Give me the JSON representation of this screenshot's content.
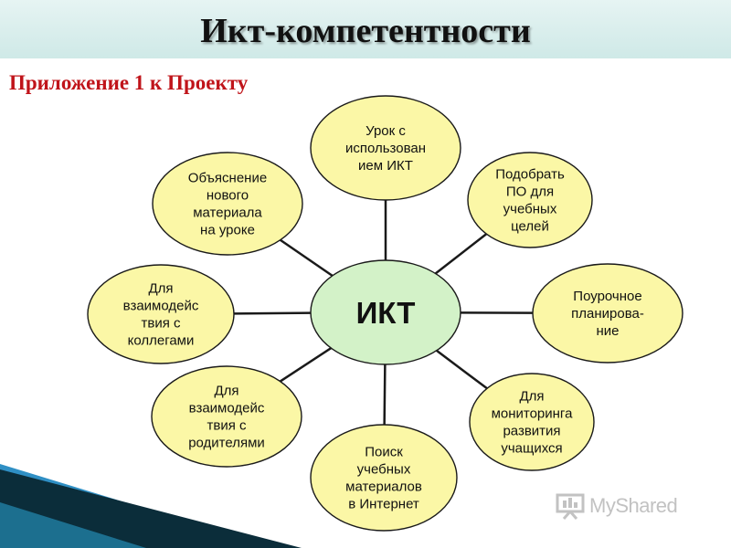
{
  "title": "Икт-компетентности",
  "subtitle": "Приложение 1 к Проекту",
  "center_node": "ИКТ",
  "nodes": [
    {
      "id": "top",
      "lines": [
        "Урок с",
        "использован",
        "ием ИКТ"
      ]
    },
    {
      "id": "top-right",
      "lines": [
        "Подобрать",
        "ПО для",
        "учебных",
        "целей"
      ]
    },
    {
      "id": "right",
      "lines": [
        "Поурочное",
        "планирова-",
        "ние"
      ]
    },
    {
      "id": "bottom-right",
      "lines": [
        "Для",
        "мониторинга",
        "развития",
        "учащихся"
      ]
    },
    {
      "id": "bottom",
      "lines": [
        "Поиск",
        "учебных",
        "материалов",
        "в Интернет"
      ]
    },
    {
      "id": "bottom-left",
      "lines": [
        "Для",
        "взаимодейс",
        "твия с",
        "родителями"
      ]
    },
    {
      "id": "left",
      "lines": [
        "Для",
        "взаимодейс",
        "твия с",
        "коллегами"
      ]
    },
    {
      "id": "top-left",
      "lines": [
        "Объяснение",
        "нового",
        "материала",
        "на уроке"
      ]
    }
  ],
  "watermark": "MyShared",
  "colors": {
    "node_fill": "#fbf7a6",
    "center_fill": "#d3f2c8",
    "stroke": "#1a1a1a",
    "subtitle": "#c0141a",
    "title_bar": "#d6eeec",
    "deco_dark": "#0b2d3a",
    "deco_blue": "#2f8fc4"
  }
}
